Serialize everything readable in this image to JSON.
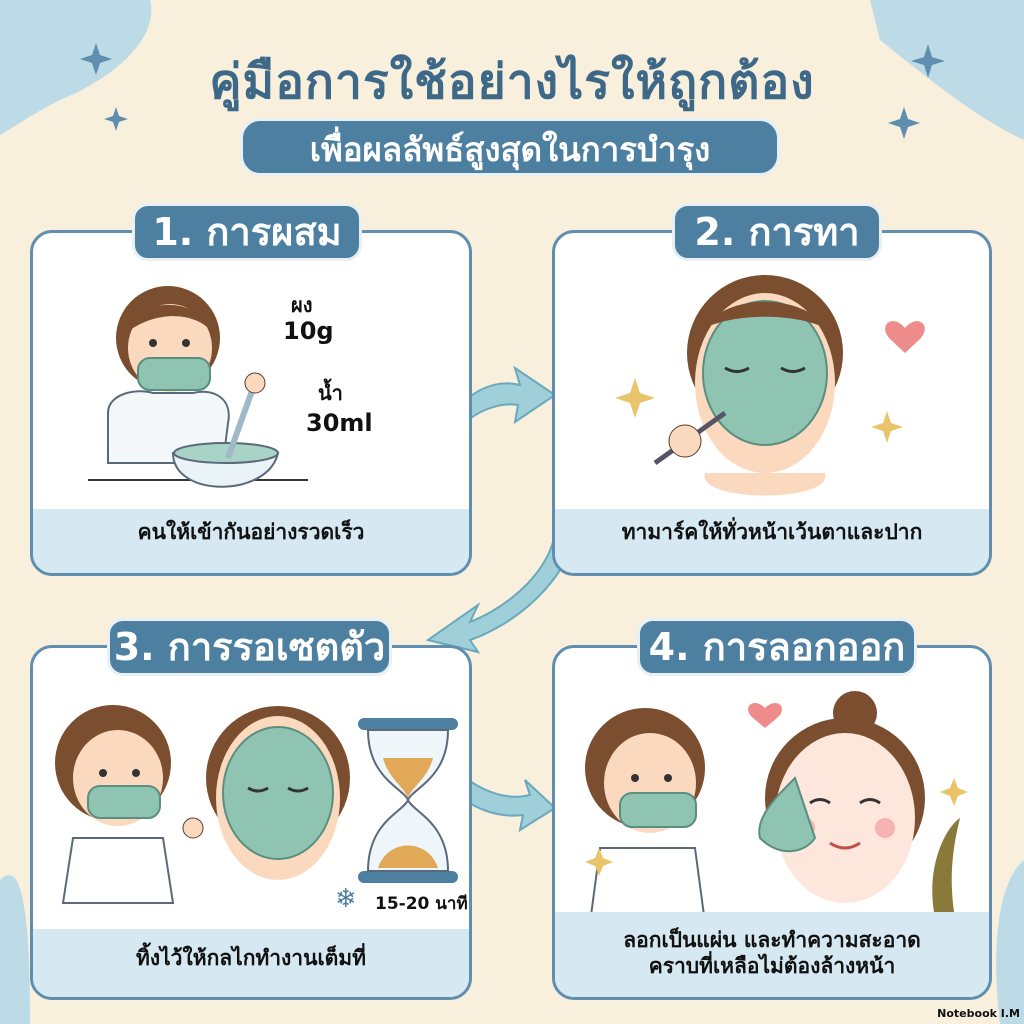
{
  "header": {
    "title": "คู่มือการใช้อย่างไรให้ถูกต้อง",
    "subtitle": "เพื่อผลลัพธ์สูงสุดในการบำรุง"
  },
  "steps": [
    {
      "title": "1. การผสม",
      "caption": "คนให้เข้ากันอย่างรวดเร็ว",
      "powder_label": "ผง",
      "powder_amount": "10g",
      "water_label": "น้ำ",
      "water_amount": "30ml"
    },
    {
      "title": "2. การทา",
      "caption": "ทามาร์คให้ทั่วหน้าเว้นตาและปาก"
    },
    {
      "title": "3. การรอเซตตัว",
      "caption": "ทิ้งไว้ให้กลไกทำงานเต็มที่",
      "time": "15-20 นาที"
    },
    {
      "title": "4. การลอกออก",
      "caption_line1": "ลอกเป็นแผ่น และทำความสะอาด",
      "caption_line2": "คราบที่เหลือไม่ต้องล้างหน้า"
    }
  ],
  "watermark": "Notebook I.M",
  "colors": {
    "background": "#f8efdc",
    "accent": "#4d7fa1",
    "caption_bg": "#d6e9f2",
    "mask_green": "#8fc4b2",
    "arrow": "#9fd0da"
  }
}
